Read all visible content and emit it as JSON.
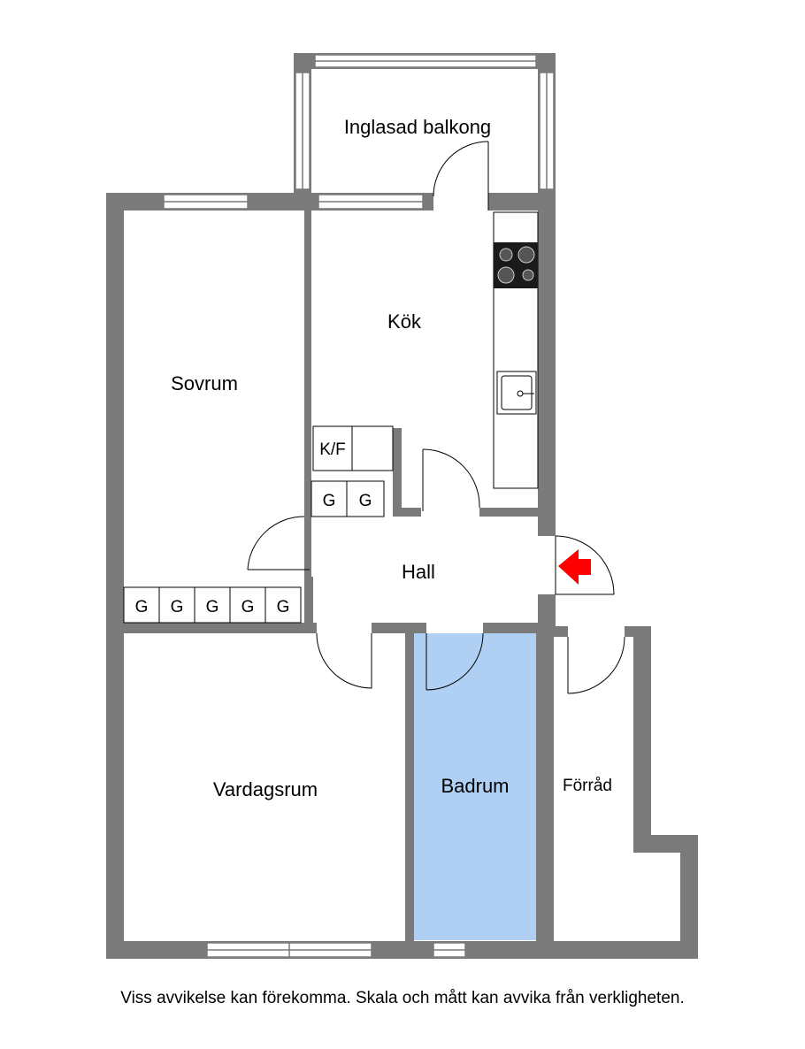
{
  "rooms": {
    "balcony": "Inglasad balkong",
    "kitchen": "Kök",
    "bedroom": "Sovrum",
    "hall": "Hall",
    "living_room": "Vardagsrum",
    "bathroom": "Badrum",
    "storage": "Förråd"
  },
  "fixtures": {
    "fridge_freezer": "K/F",
    "wardrobe": "G"
  },
  "colors": {
    "wall": "#7a7a7a",
    "bathroom_fill": "#b0d0f3",
    "entrance_arrow": "#ff0000"
  },
  "disclaimer": "Viss avvikelse kan förekomma. Skala och mått kan avvika från verkligheten."
}
